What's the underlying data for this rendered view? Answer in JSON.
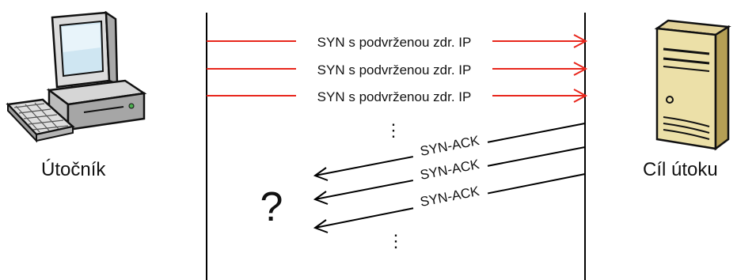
{
  "attacker": {
    "label": "Útočník",
    "icon": "desktop-computer-icon"
  },
  "target": {
    "label": "Cíl útoku",
    "icon": "server-tower-icon"
  },
  "messages": {
    "syn": [
      "SYN s podvrženou zdr. IP",
      "SYN s podvrženou zdr. IP",
      "SYN s podvrženou zdr. IP"
    ],
    "synack": [
      "SYN-ACK",
      "SYN-ACK",
      "SYN-ACK"
    ]
  },
  "unknown_mark": "?",
  "ellipsis": "⋮",
  "colors": {
    "syn_arrow": "#e8261c",
    "synack_arrow": "#000000",
    "lifeline": "#000000"
  }
}
